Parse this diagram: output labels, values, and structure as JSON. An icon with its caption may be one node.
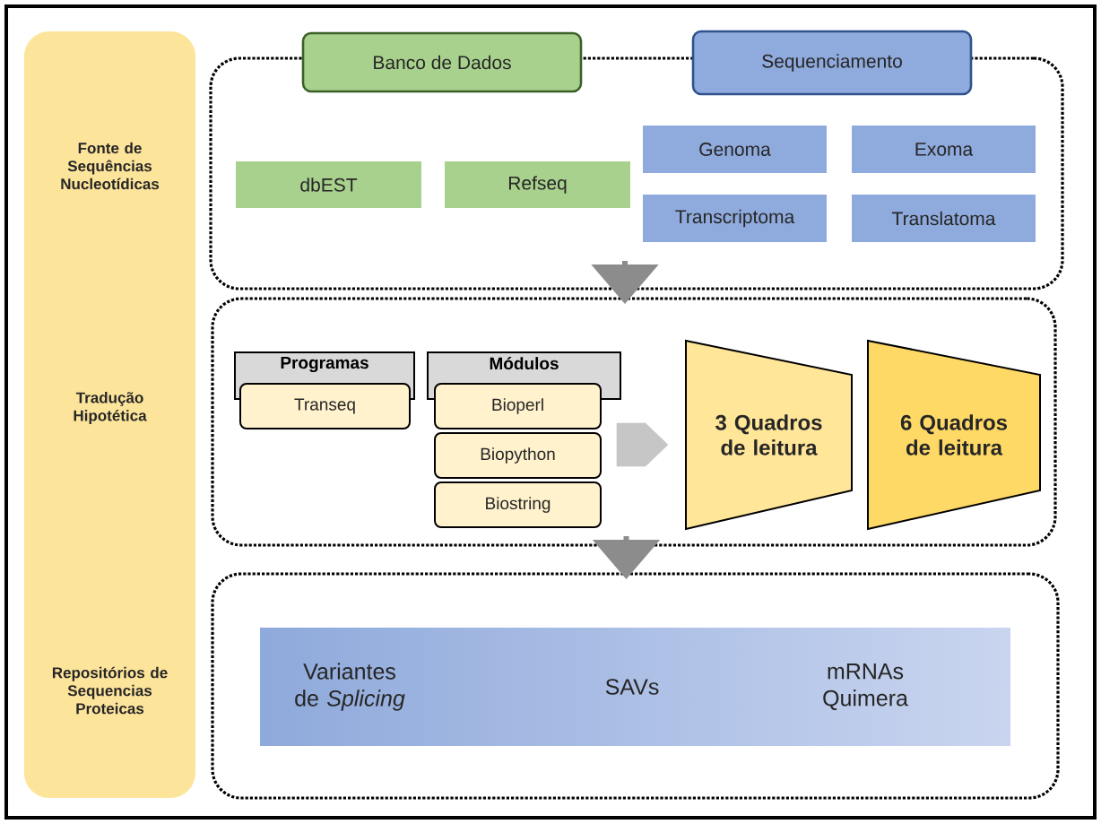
{
  "diagram": {
    "nodes": [
      {
        "text": [
          "Fonte de Sequências Nucleotídicas",
          "Tradução Hipotética",
          "Repositórios de Sequencias Proteicas"
        ]
      },
      {
        "text": [],
        "shape": "box"
      },
      {
        "text": [
          "Banco de Dados"
        ]
      },
      {
        "text": [
          "Sequenciamento"
        ]
      },
      {
        "text": [
          "dbEST"
        ],
        "in": 1
      },
      {
        "text": [
          "Refseq"
        ],
        "in": 1
      },
      {
        "text": [
          "Genoma"
        ],
        "in": 1
      },
      {
        "text": [
          "Exoma"
        ],
        "in": 1
      },
      {
        "text": [
          "Transcriptoma"
        ],
        "in": 1
      },
      {
        "text": [
          "Translatoma"
        ],
        "in": 1
      },
      {
        "text": [],
        "shape": "box"
      },
      {
        "text": [
          "Programas"
        ],
        "in": 10
      },
      {
        "text": [
          "Transeq"
        ],
        "in": 10
      },
      {
        "text": [
          "Módulos"
        ],
        "in": 10
      },
      {
        "text": [
          "Bioperl"
        ],
        "in": 10
      },
      {
        "text": [
          "Biopython"
        ],
        "in": 10
      },
      {
        "text": [
          "Biostring"
        ],
        "in": 10
      },
      {
        "text": [
          "3 Quadros de leitura"
        ],
        "in": 10
      },
      {
        "text": [
          "6 Quadros de leitura"
        ],
        "in": 10
      },
      {
        "text": [],
        "shape": "box"
      },
      {
        "text": [
          "Variantes de *Splicing*",
          "SAVs",
          "mRNAs Quimera"
        ],
        "in": 19
      }
    ],
    "edges": [
      {
        "from": 1,
        "to": 10,
        "arrow": "to"
      },
      {
        "from": 15,
        "to": 17,
        "arrow": "to"
      },
      {
        "from": 10,
        "to": 19,
        "arrow": "to"
      }
    ]
  }
}
